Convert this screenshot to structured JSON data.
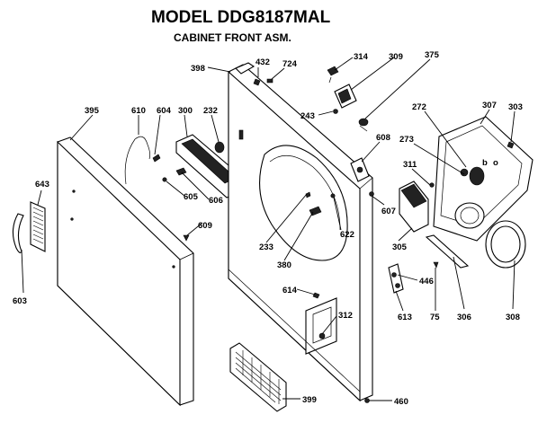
{
  "title": "MODEL DDG8187MAL",
  "subtitle": "CABINET FRONT ASM.",
  "parts": [
    {
      "id": "395",
      "label": "395"
    },
    {
      "id": "610",
      "label": "610"
    },
    {
      "id": "604",
      "label": "604"
    },
    {
      "id": "300",
      "label": "300"
    },
    {
      "id": "232",
      "label": "232"
    },
    {
      "id": "398",
      "label": "398"
    },
    {
      "id": "432",
      "label": "432"
    },
    {
      "id": "724",
      "label": "724"
    },
    {
      "id": "314",
      "label": "314"
    },
    {
      "id": "309",
      "label": "309"
    },
    {
      "id": "375",
      "label": "375"
    },
    {
      "id": "243",
      "label": "243"
    },
    {
      "id": "272",
      "label": "272"
    },
    {
      "id": "307",
      "label": "307"
    },
    {
      "id": "303",
      "label": "303"
    },
    {
      "id": "608",
      "label": "608"
    },
    {
      "id": "273",
      "label": "273"
    },
    {
      "id": "311",
      "label": "311"
    },
    {
      "id": "643",
      "label": "643"
    },
    {
      "id": "605",
      "label": "605"
    },
    {
      "id": "606",
      "label": "606"
    },
    {
      "id": "607",
      "label": "607"
    },
    {
      "id": "609",
      "label": "609"
    },
    {
      "id": "233",
      "label": "233"
    },
    {
      "id": "622",
      "label": "622"
    },
    {
      "id": "380",
      "label": "380"
    },
    {
      "id": "305",
      "label": "305"
    },
    {
      "id": "603",
      "label": "603"
    },
    {
      "id": "614",
      "label": "614"
    },
    {
      "id": "446",
      "label": "446"
    },
    {
      "id": "312",
      "label": "312"
    },
    {
      "id": "613",
      "label": "613"
    },
    {
      "id": "75",
      "label": "75"
    },
    {
      "id": "306",
      "label": "306"
    },
    {
      "id": "308",
      "label": "308"
    },
    {
      "id": "399",
      "label": "399"
    },
    {
      "id": "460",
      "label": "460"
    }
  ]
}
